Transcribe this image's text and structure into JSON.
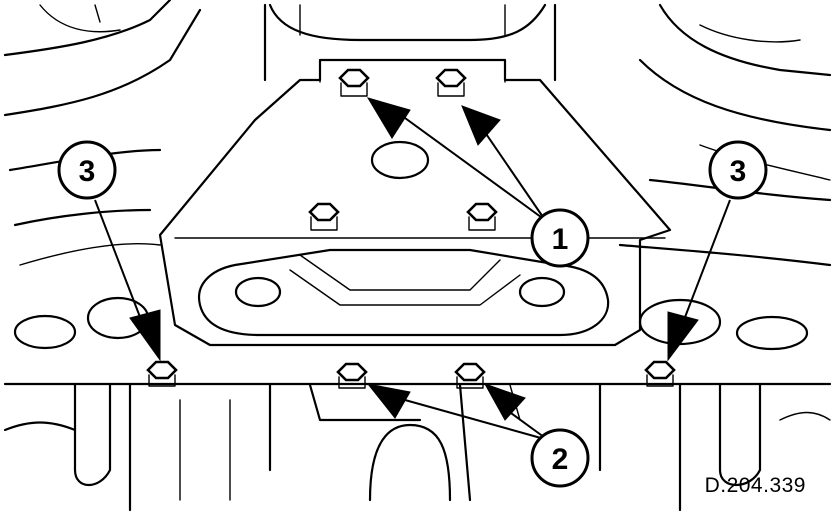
{
  "figure": {
    "reference_code": "D.204.339",
    "callouts": [
      {
        "id": "callout-1",
        "label": "1",
        "target_group": "upper-center-bolts"
      },
      {
        "id": "callout-2",
        "label": "2",
        "target_group": "lower-center-bolts"
      },
      {
        "id": "callout-3-left",
        "label": "3",
        "target_group": "left-outer-bolt"
      },
      {
        "id": "callout-3-right",
        "label": "3",
        "target_group": "right-outer-bolt"
      }
    ]
  }
}
